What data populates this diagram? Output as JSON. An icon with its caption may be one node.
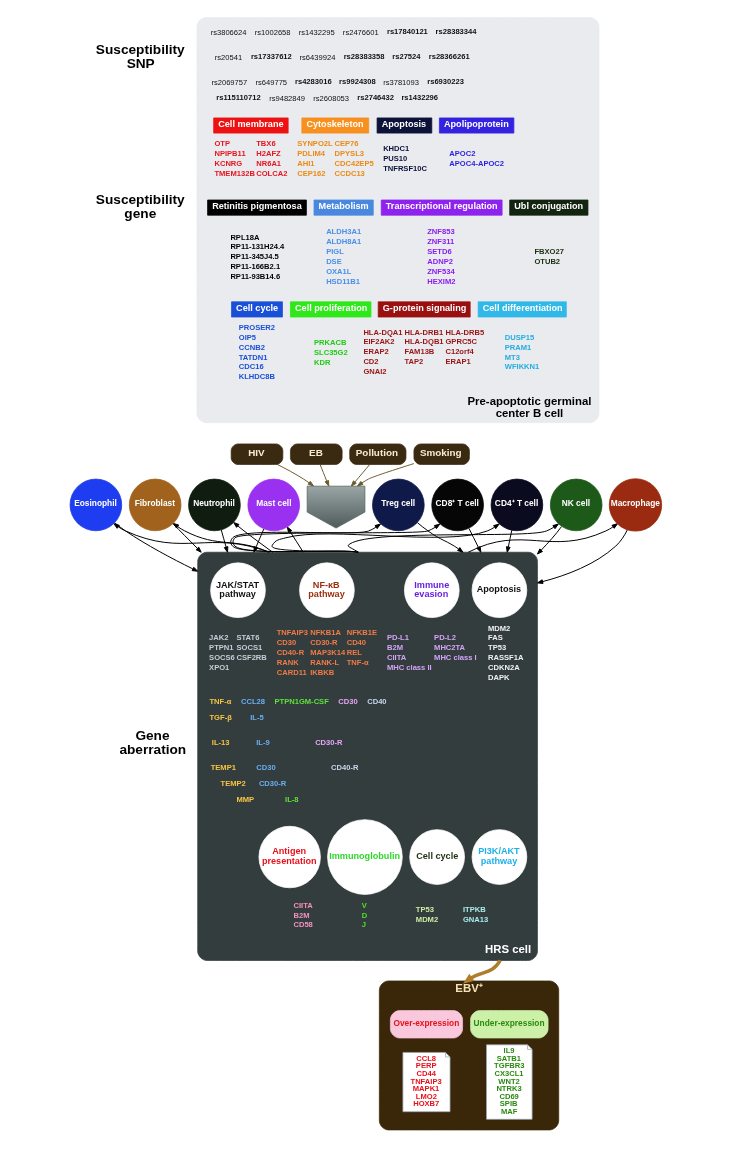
{
  "diagram": {
    "nodes": [
      {
        "text": [
          "Pre-apoptotic germinal center B cell"
        ]
      },
      {
        "text": [
          "Cytoskeleton"
        ],
        "in": 0,
        "beside": [
          "SYNPO2L",
          "CEP76",
          "PDLIM4",
          "DPYSL3",
          "AHI1",
          "CDC42EP5",
          "CEP162",
          "CCDC13"
        ]
      },
      {
        "text": [
          "Apolipoprotein"
        ],
        "in": 0,
        "beside": [
          "APOC2",
          "APOC4-APOC2"
        ]
      },
      {
        "text": [
          "Cell membrane"
        ],
        "in": 0,
        "beside": [
          "OTP",
          "TBX6",
          "NPIPB11",
          "H2AFZ",
          "KCNRG",
          "NR6A1",
          "TMEM132B",
          "COLCA2"
        ]
      },
      {
        "text": [
          "Apoptosis"
        ],
        "in": 0,
        "beside": [
          "KHDC1",
          "PUS10",
          "TNFRSF10C"
        ]
      },
      {
        "text": [
          "Ubl conjugation"
        ],
        "in": 0,
        "beside": [
          "FBXO27",
          "OTUB2"
        ]
      },
      {
        "text": [
          "Retinitis pigmentosa"
        ],
        "in": 0,
        "beside": [
          "RPL18A",
          "RP11-131H24.4",
          "RP11-345J4.5",
          "RP11-166B2.1",
          "RP11-93B14.6"
        ]
      },
      {
        "text": [
          "Transcriptional regulation"
        ],
        "in": 0,
        "beside": [
          "ZNF853",
          "ZNF311",
          "SETD6",
          "ADNP2",
          "ZNF534",
          "HEXIM2"
        ]
      },
      {
        "text": [
          "Metabolism"
        ],
        "in": 0,
        "beside": [
          "ALDH3A1",
          "ALDH8A1",
          "PIGL",
          "DSE",
          "OXA1L",
          "HSD11B1"
        ]
      },
      {
        "text": [
          "Cell cycle"
        ],
        "in": 0,
        "beside": [
          "PROSER2",
          "OIP5",
          "CCNB2",
          "TATDN1",
          "CDC16",
          "KLHDC8B"
        ]
      },
      {
        "text": [
          "Cell differentiation"
        ],
        "in": 0,
        "beside": [
          "DUSP15",
          "PRAM1",
          "MT3",
          "WFIKKN1"
        ]
      },
      {
        "text": [
          "G-protein signaling"
        ],
        "in": 0,
        "beside": [
          "HLA-DQA1",
          "HLA-DRB1",
          "HLA-DRB5",
          "EIF2AK2",
          "HLA-DQB1",
          "GPRC5C",
          "ERAP2",
          "FAM13B",
          "C12orf4",
          "CD2",
          "TAP2",
          "ERAP1",
          "GNAI2"
        ]
      },
      {
        "text": [
          "Cell proliferation"
        ],
        "in": 0,
        "beside": [
          "PRKACB",
          "SLC35G2",
          "KDR"
        ]
      },
      {
        "text": [
          "HIV"
        ]
      },
      {
        "text": [
          "Pollution"
        ]
      },
      {
        "text": [
          "EB"
        ]
      },
      {
        "text": [
          "Smoking"
        ]
      },
      {
        "text": [],
        "shape": "arrow"
      },
      {
        "text": [
          "Treg cell"
        ]
      },
      {
        "text": [
          "Mast cell"
        ]
      },
      {
        "text": [
          "CD8⁺ T cell"
        ]
      },
      {
        "text": [
          "Neutrophil"
        ]
      },
      {
        "text": [
          "CD4⁺ T cell"
        ]
      },
      {
        "text": [
          "Fibroblast"
        ]
      },
      {
        "text": [
          "NK cell"
        ]
      },
      {
        "text": [
          "HRS cell"
        ]
      },
      {
        "text": [
          "NF-κB pathway"
        ],
        "in": 25,
        "beside": [
          "TNFAIP3",
          "NFKB1A",
          "NFKB1E",
          "CD30",
          "CD30-R",
          "CD40",
          "CD40-R",
          "MAP3K14",
          "REL",
          "RANK",
          "RANK-L",
          "TNF-α",
          "CARD11",
          "IKBKB"
        ]
      },
      {
        "text": [
          "Immune evasion"
        ],
        "in": 25,
        "beside": [
          "PD-L1",
          "PD-L2",
          "B2M",
          "MHC2TA",
          "CIITA",
          "MHC class I",
          "MHC class II"
        ]
      },
      {
        "text": [
          "JAK/STAT pathway"
        ],
        "in": 25,
        "beside": [
          "JAK2",
          "STAT6",
          "PTPN1",
          "SOCS1",
          "SOCS6",
          "CSF2RB",
          "XPO1"
        ]
      },
      {
        "text": [
          "Apoptosis"
        ],
        "in": 25,
        "beside": [
          "MDM2",
          "FAS",
          "TP53",
          "RASSF1A",
          "CDKN2A",
          "DAPK"
        ]
      },
      {
        "text": [
          "Immunoglobulin"
        ],
        "in": 25,
        "beside": [
          "V",
          "D",
          "J"
        ]
      },
      {
        "text": [
          "Antigen presentation"
        ],
        "in": 25,
        "beside": [
          "CIITA",
          "B2M",
          "CD58"
        ]
      },
      {
        "text": [
          "Cell cycle"
        ],
        "in": 25,
        "beside": [
          "TP53",
          "MDM2"
        ]
      },
      {
        "text": [
          "PI3K/AKT pathway"
        ],
        "in": 25,
        "beside": [
          "ITPKB",
          "GNA13"
        ]
      },
      {
        "text": [
          "Eosinophil"
        ]
      },
      {
        "text": [
          "Macrophage"
        ]
      },
      {
        "text": [
          "EBV⁺"
        ]
      },
      {
        "text": [
          "Over-expression"
        ],
        "in": 36
      },
      {
        "text": [
          "Under-expression"
        ],
        "in": 36
      },
      {
        "text": [
          "CCL8",
          "PERP",
          "CD44",
          "TNFAIP3",
          "MAPK1",
          "LMO2",
          "HOXB7"
        ],
        "in": 36
      },
      {
        "text": [
          "IL9",
          "SATB1",
          "TGFBR3",
          "CX3CL1",
          "WNT2",
          "NTRK3",
          "CD69",
          "SPIB",
          "MAF"
        ],
        "in": 36
      }
    ],
    "edges": [
      {
        "from": 13,
        "to": 17,
        "arrow": "to",
        "color": "#6b5a2e"
      },
      {
        "from": 14,
        "to": 17,
        "arrow": "to",
        "color": "#6b5a2e"
      },
      {
        "from": 15,
        "to": 17,
        "arrow": "to",
        "color": "#6b5a2e"
      },
      {
        "from": 16,
        "to": 17,
        "arrow": "to",
        "color": "#6b5a2e"
      },
      {
        "from": 19,
        "to": 25,
        "arrow": "to"
      },
      {
        "from": 25,
        "to": 19,
        "arrow": "to"
      },
      {
        "from": 21,
        "to": 25,
        "arrow": "to"
      },
      {
        "from": 25,
        "to": 21,
        "arrow": "to"
      },
      {
        "from": 23,
        "to": 25,
        "arrow": "to"
      },
      {
        "from": 25,
        "to": 23,
        "arrow": "to"
      },
      {
        "from": 18,
        "to": 25,
        "arrow": "to"
      },
      {
        "from": 25,
        "to": 18,
        "arrow": "to"
      },
      {
        "from": 20,
        "to": 25,
        "arrow": "to"
      },
      {
        "from": 25,
        "to": 20,
        "arrow": "to"
      },
      {
        "from": 22,
        "to": 25,
        "arrow": "to"
      },
      {
        "from": 25,
        "to": 22,
        "arrow": "to"
      },
      {
        "from": 24,
        "to": 25,
        "arrow": "to"
      },
      {
        "from": 25,
        "to": 24,
        "arrow": "to"
      },
      {
        "from": 34,
        "to": 25,
        "arrow": "to"
      },
      {
        "from": 25,
        "to": 34,
        "arrow": "to"
      },
      {
        "from": 35,
        "to": 25,
        "arrow": "to"
      },
      {
        "from": 25,
        "to": 35,
        "arrow": "to"
      },
      {
        "from": 25,
        "to": 36,
        "arrow": "to",
        "style": "thick",
        "color": "#b07d2c"
      }
    ],
    "labels": [
      "Susceptibility SNP",
      "rs3806624",
      "rs1002658",
      "rs1432295",
      "rs2476601",
      "rs17840121",
      "rs28383344",
      "rs20541",
      "rs17337612",
      "rs6439924",
      "rs28383358",
      "rs27524",
      "rs28366261",
      "rs2069757",
      "rs649775",
      "rs4283016",
      "rs9924308",
      "rs3781093",
      "rs6930223",
      "rs115110712",
      "rs9482849",
      "rs2608053",
      "rs2746432",
      "rs1432296",
      "Susceptibility gene",
      "PTPN1GM-CSF",
      "IL-8",
      "CD30",
      "CD30-R",
      "TNF-α",
      "TGF-β",
      "IL-13",
      "TEMP1",
      "TEMP2",
      "MMP",
      "CD40",
      "CD40-R",
      "Gene aberration",
      "CCL28",
      "IL-5",
      "IL-9",
      "CD30",
      "CD30-R"
    ]
  }
}
